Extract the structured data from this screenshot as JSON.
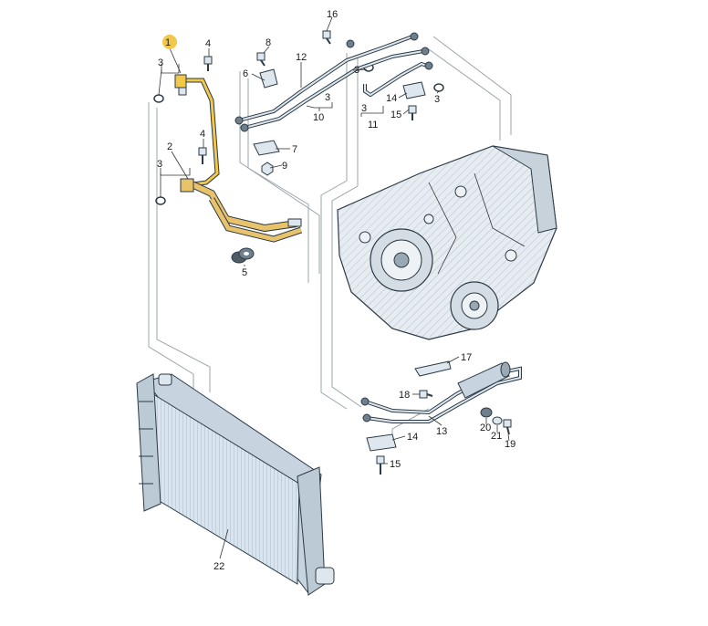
{
  "diagram": {
    "highlight_color": "#f2c84b",
    "hose_color": "#e9c36b",
    "labels": {
      "p1": "1",
      "p2": "2",
      "p3a": "3",
      "p3b": "3",
      "p3c": "3",
      "p3d": "3",
      "p3e": "3",
      "p4a": "4",
      "p4b": "4",
      "p5": "5",
      "p6": "6",
      "p7": "7",
      "p8": "8",
      "p9": "9",
      "p10": "10",
      "p11": "11",
      "p12": "12",
      "p13": "13",
      "p14a": "14",
      "p14b": "14",
      "p15a": "15",
      "p15b": "15",
      "p16": "16",
      "p17": "17",
      "p18": "18",
      "p19": "19",
      "p20": "20",
      "p21": "21",
      "p22": "22"
    }
  }
}
